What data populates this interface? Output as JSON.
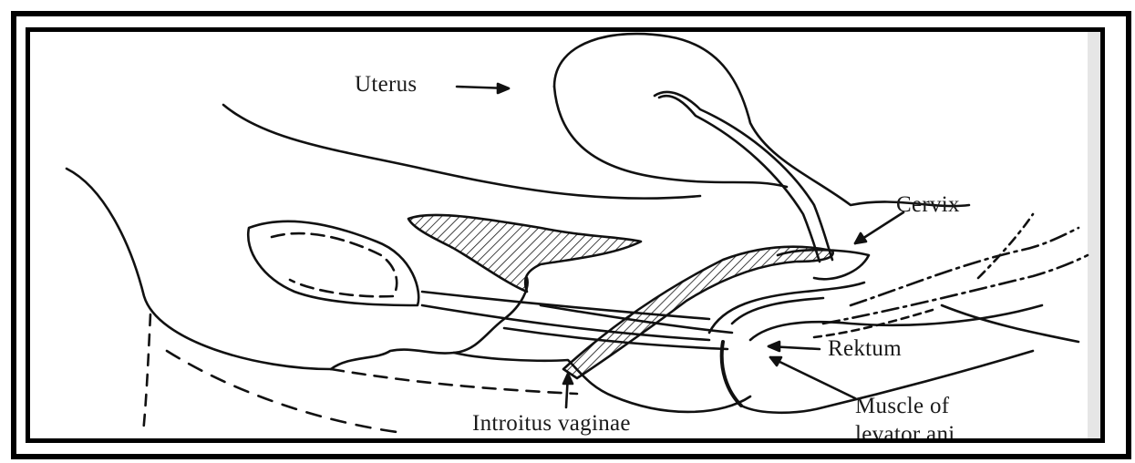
{
  "diagram": {
    "labels": {
      "uterus": "Uterus",
      "cervix": "Cervix",
      "rektum": "Rektum",
      "introitus": "Introitus vaginae",
      "muscle_line1": "Muscle of",
      "muscle_line2": "levator ani"
    }
  }
}
